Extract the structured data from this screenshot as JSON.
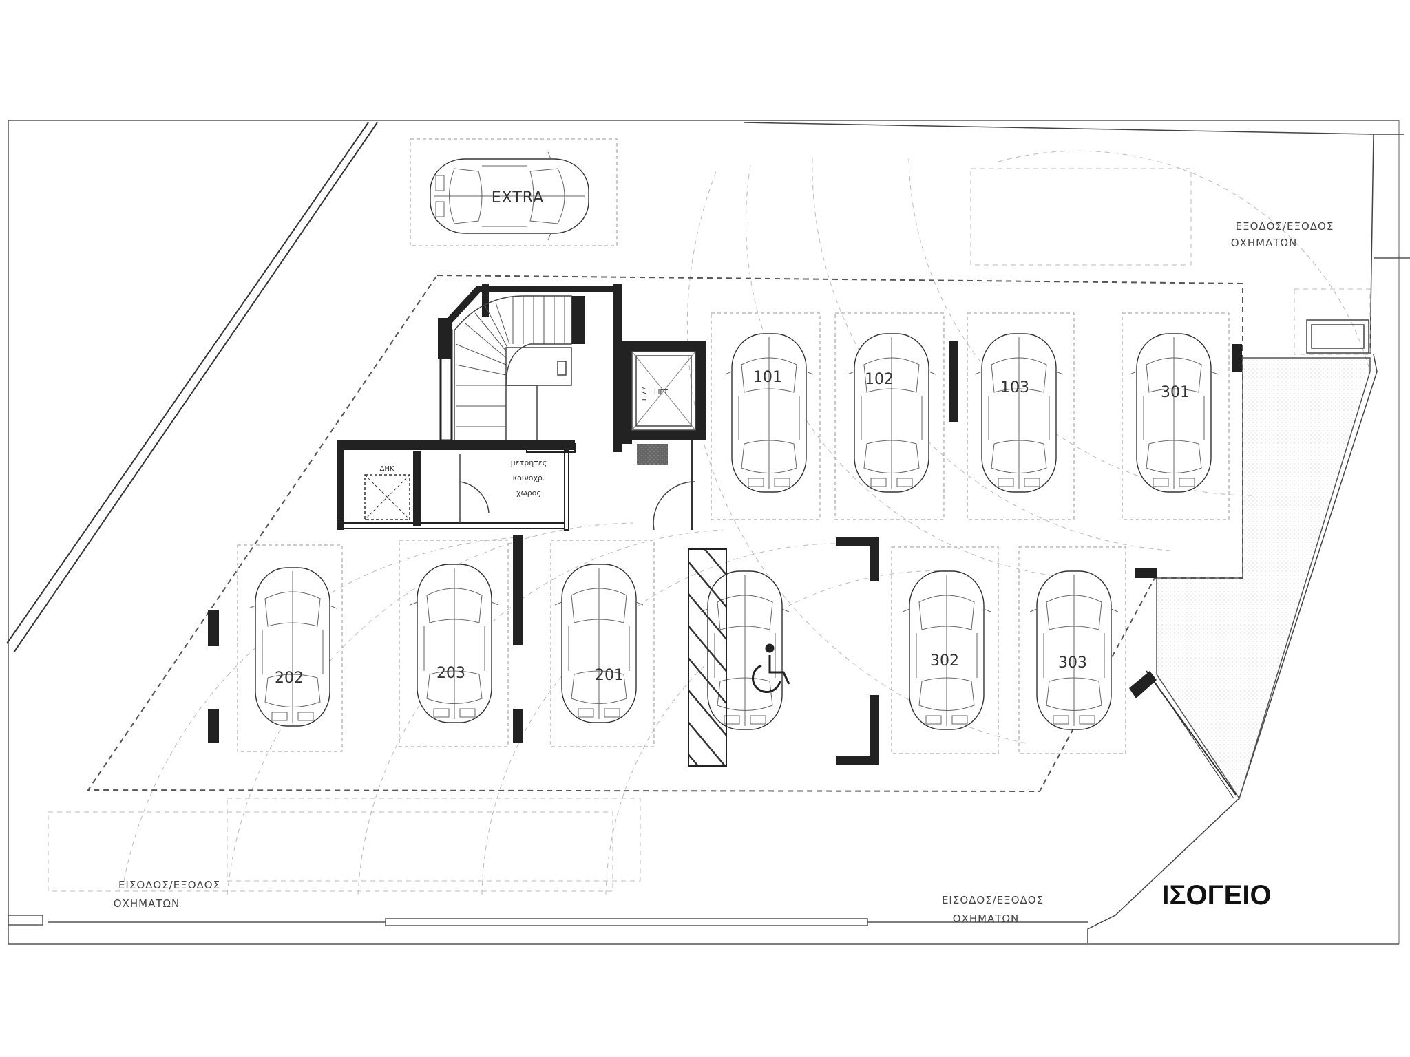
{
  "floor_title": "ΙΣΟΓΕΙΟ",
  "entrances": {
    "top_right": {
      "line1": "ΕΞΟΔΟΣ/ΕΞΟΔΟΣ",
      "line2": "ΟΧΗΜΑΤΩΝ"
    },
    "bottom_left": {
      "line1": "ΕΙΣΟΔΟΣ/ΕΞΟΔΟΣ",
      "line2": "ΟΧΗΜΑΤΩΝ"
    },
    "bottom_center": {
      "line1": "ΕΙΣΟΔΟΣ/ΕΞΟΔΟΣ",
      "line2": "ΟΧΗΜΑΤΩΝ"
    }
  },
  "core": {
    "lift_label": "LIFT",
    "lift_dim": "1.77",
    "service_label": "ΔΗΚ",
    "meter_room": {
      "line1": "μετρητες",
      "line2": "κοινοχρ.",
      "line3": "χωρος"
    }
  },
  "parking": {
    "extra": "EXTRA",
    "top_row": [
      "101",
      "102",
      "103",
      "301"
    ],
    "bottom_row": [
      "202",
      "203",
      "201",
      "302",
      "303"
    ],
    "accessible_icon": "wheelchair-icon"
  }
}
